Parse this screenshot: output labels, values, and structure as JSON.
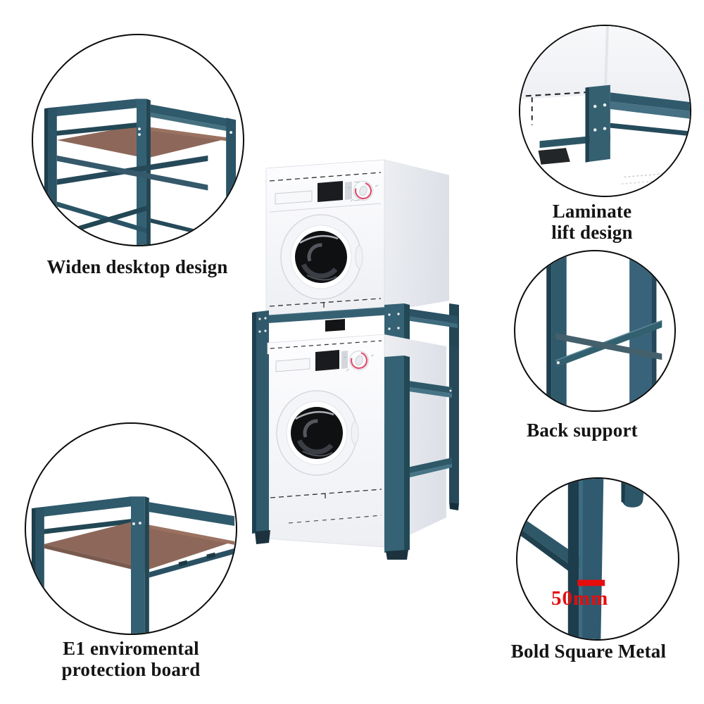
{
  "page": {
    "background_color": "#ffffff"
  },
  "colors": {
    "frame_teal": "#2f5a6c",
    "frame_teal_dark": "#224653",
    "board_wood": "#8d685a",
    "dimension_red": "#e60d0d",
    "caption_black": "#141414"
  },
  "callouts": {
    "widen_desktop": {
      "label": "Widen desktop design"
    },
    "laminate_lift": {
      "label_line1": "Laminate",
      "label_line2": "lift design"
    },
    "back_support": {
      "label": "Back support"
    },
    "e1_board": {
      "label_line1": "E1 enviromental",
      "label_line2": "protection board"
    },
    "bold_square_metal": {
      "label": "Bold Square Metal",
      "dimension": "50mm"
    }
  }
}
